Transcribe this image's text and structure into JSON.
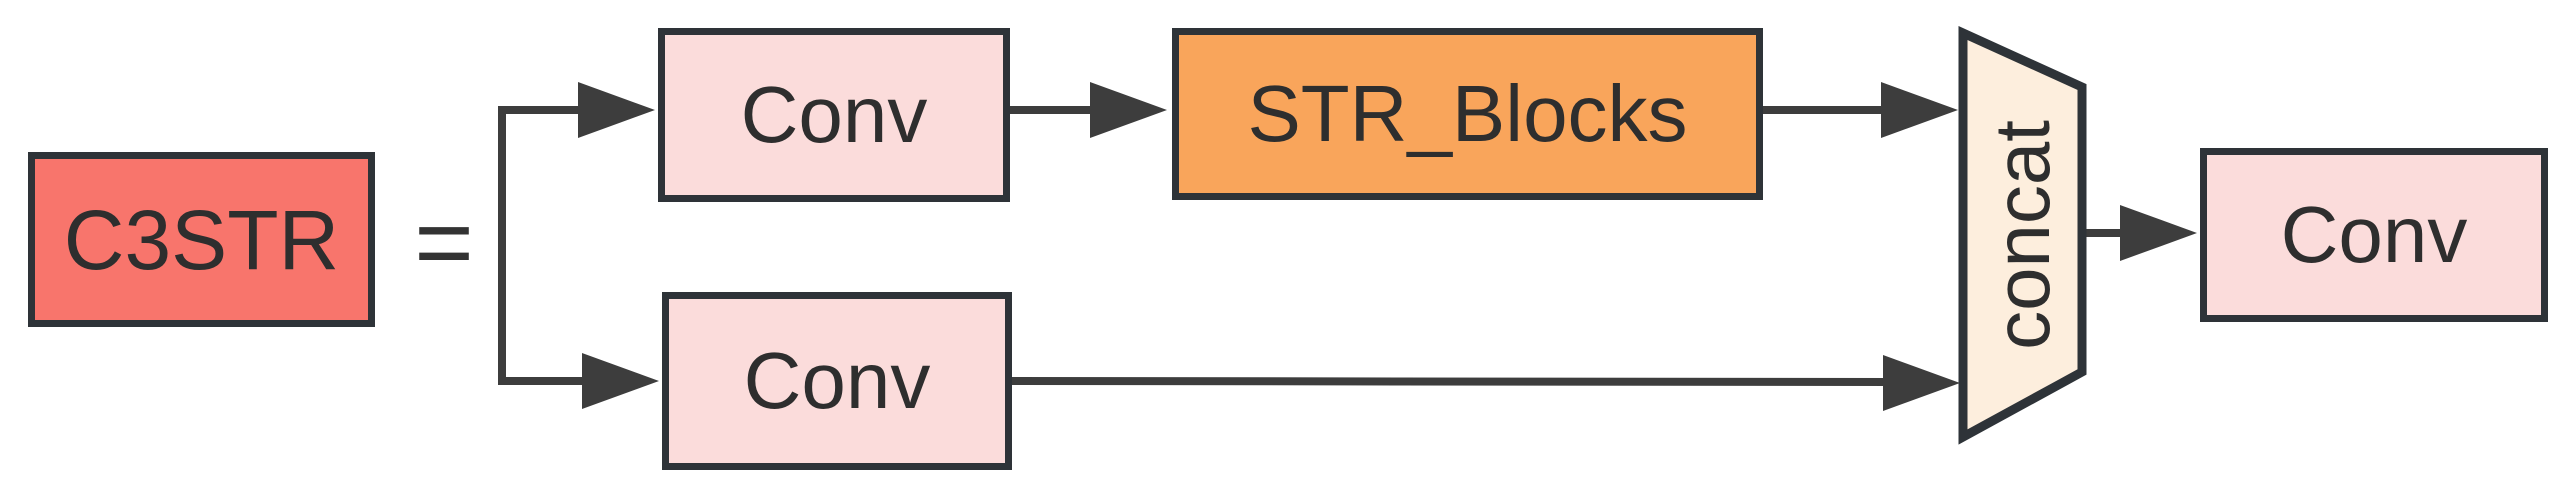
{
  "diagram": {
    "equals_sign": "=",
    "nodes": {
      "c3str": {
        "label": "C3STR"
      },
      "conv_top": {
        "label": "Conv"
      },
      "str_blocks": {
        "label": "STR_Blocks"
      },
      "conv_bottom": {
        "label": "Conv"
      },
      "concat": {
        "label": "concat"
      },
      "conv_out": {
        "label": "Conv"
      }
    },
    "edges": [
      {
        "from": "input-branch",
        "to": "conv_top"
      },
      {
        "from": "input-branch",
        "to": "conv_bottom"
      },
      {
        "from": "conv_top",
        "to": "str_blocks"
      },
      {
        "from": "str_blocks",
        "to": "concat"
      },
      {
        "from": "conv_bottom",
        "to": "concat"
      },
      {
        "from": "concat",
        "to": "conv_out"
      }
    ]
  },
  "colors": {
    "c3str_fill": "#f8756c",
    "conv_fill": "#fbdcdb",
    "str_blocks_fill": "#f9a55b",
    "concat_fill": "#fdeedd",
    "node_border": "#2e3338",
    "edge": "#3d3d3d",
    "text": "#2e2e2e",
    "background": "#ffffff"
  }
}
